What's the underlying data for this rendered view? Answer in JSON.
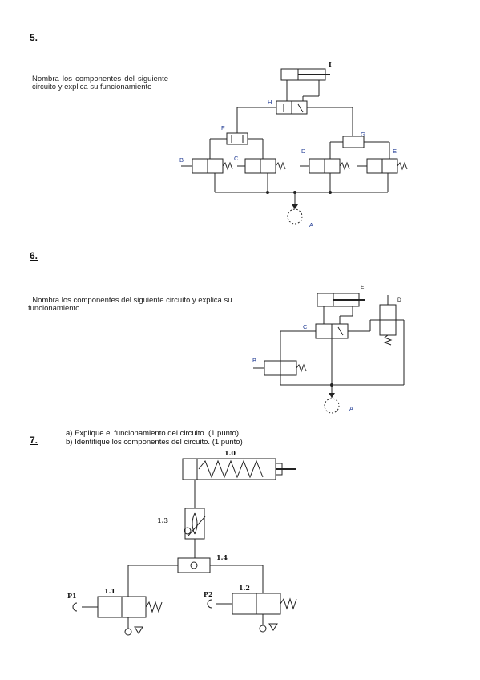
{
  "q5": {
    "number": "5.",
    "text": "Nombra los componentes del siguiente circuito y explica su funcionamiento",
    "labels": {
      "i": "I",
      "h": "H",
      "f": "F",
      "g": "G",
      "b": "B",
      "c": "C",
      "d": "D",
      "e": "E",
      "a": "A"
    }
  },
  "q6": {
    "number": "6.",
    "text": ". Nombra los componentes del siguiente circuito y explica su funcionamiento",
    "labels": {
      "e": "E",
      "d": "D",
      "c": "C",
      "b": "B",
      "a": "A"
    }
  },
  "q7": {
    "number": "7.",
    "line_a": "a) Explique el funcionamiento del circuito. (1 punto)",
    "line_b": "b) Identifique los componentes del circuito. (1 punto)",
    "labels": {
      "l10": "1.0",
      "l13": "1.3",
      "l14": "1.4",
      "l11": "1.1",
      "l12": "1.2",
      "p1": "P1",
      "p2": "P2"
    }
  }
}
